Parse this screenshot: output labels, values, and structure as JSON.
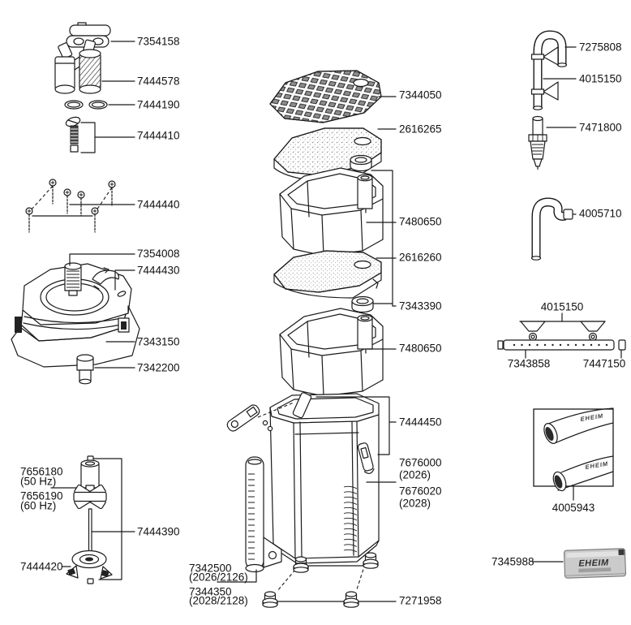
{
  "page": {
    "background": "#ffffff",
    "line_color": "#1a1a1a",
    "type": "exploded-parts-diagram"
  },
  "brand": {
    "name": "EHEIM"
  },
  "parts": {
    "clamp": "7354158",
    "tap_connector": "7444578",
    "o_rings": "7444190",
    "screw": "7444410",
    "screw_set": "7444440",
    "plug": "7354008",
    "pump_head_cover": "7444430",
    "pump_head": "7343150",
    "bushing": "7342200",
    "impeller_50hz": "7656180",
    "impeller_50hz_variant": "(50 Hz)",
    "impeller_60hz": "7656190",
    "impeller_60hz_variant": "(60 Hz)",
    "shaft": "7444390",
    "bearing_bottom": "7444420",
    "lattice_grid": "7344050",
    "coarse_pad": "2616265",
    "filter_basket": "7480650",
    "fine_pad": "2616260",
    "sealing_ring": "7343390",
    "clips": "7444450",
    "canister_2026": "7676000",
    "canister_2026_variant": "(2026)",
    "canister_2028": "7676020",
    "canister_2028_variant": "(2028)",
    "intake_tube_2026": "7342500",
    "intake_tube_2026_variant": "(2026/2126)",
    "intake_tube_2028": "7344350",
    "intake_tube_2028_variant": "(2028/2128)",
    "feet": "7271958",
    "intake_pipe": "7275808",
    "suction_cups": "4015150",
    "strainer": "7471800",
    "outlet_elbow": "4005710",
    "spray_bar": "7343858",
    "end_cap": "7447150",
    "hose": "4005943",
    "lubricant_sachet": "7345988"
  }
}
